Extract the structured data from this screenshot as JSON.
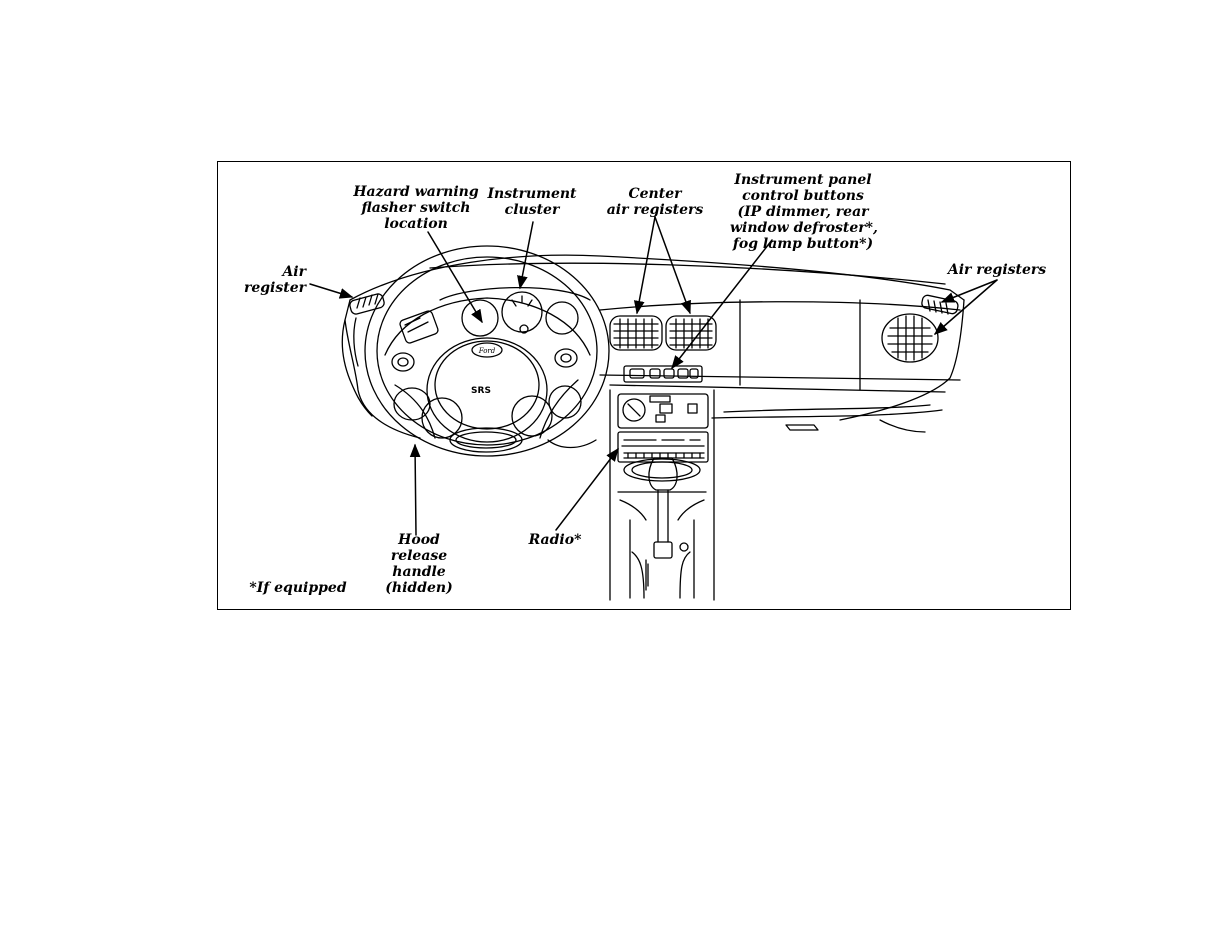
{
  "colors": {
    "line": "#000000",
    "background": "#ffffff"
  },
  "labels": {
    "hazard": [
      "Hazard warning",
      "flasher switch",
      "location"
    ],
    "instrument_cluster": [
      "Instrument",
      "cluster"
    ],
    "center_air": [
      "Center",
      "air registers"
    ],
    "ip_buttons": [
      "Instrument panel",
      "control buttons",
      "(IP dimmer, rear",
      "window defroster*,",
      "fog lamp button*)"
    ],
    "air_register_left": [
      "Air",
      "register"
    ],
    "air_registers_right": [
      "Air registers"
    ],
    "hood_release": [
      "Hood",
      "release",
      "handle",
      "(hidden)"
    ],
    "radio": [
      "Radio*"
    ],
    "footnote": [
      "*If equipped"
    ]
  },
  "emblem": {
    "wheel_logo": "Ford",
    "hub_text": "SRS"
  }
}
